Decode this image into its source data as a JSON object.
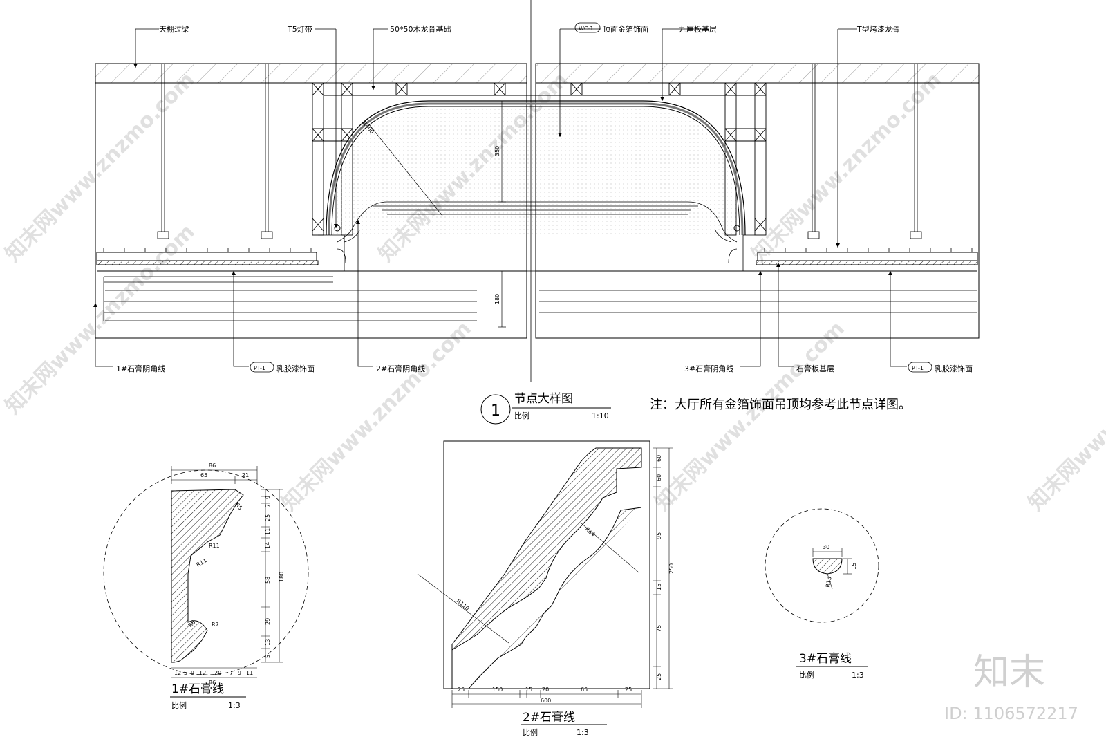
{
  "top_labels": {
    "ceiling_beam": "天棚过梁",
    "t5_light": "T5灯带",
    "wood_keel": "50*50木龙骨基础",
    "wc1_tag": "WC-1",
    "gold_foil": "顶面金箔饰面",
    "nine_ply": "九厘板基层",
    "t_keel": "T型烤漆龙骨"
  },
  "bottom_labels": {
    "plaster1": "1#石膏阴角线",
    "pt1_tag_left": "PT-1",
    "latex_left": "乳胶漆饰面",
    "plaster2": "2#石膏阴角线",
    "plaster3": "3#石膏阴角线",
    "gypsum_board": "石膏板基层",
    "pt1_tag_right": "PT-1",
    "latex_right": "乳胶漆饰面"
  },
  "section_dims": {
    "r400": "R400",
    "h350": "350",
    "h180": "180"
  },
  "detail_title": {
    "number": "1",
    "name": "节点大样图",
    "scale_word": "比例",
    "scale": "1:10"
  },
  "note": "注：大厅所有金箔饰面吊顶均参考此节点详图。",
  "profile1": {
    "title": "1#石膏线",
    "scale_word": "比例",
    "scale": "1:3",
    "top_dims": [
      "86",
      "65",
      "21"
    ],
    "right_dims": [
      "9",
      "7",
      "25",
      "11",
      "14",
      "58",
      "29",
      "13",
      "5"
    ],
    "total_height": "180",
    "bottom_dims": [
      "12",
      "5",
      "9",
      "12",
      "20",
      "7",
      "9",
      "11"
    ],
    "bottom_total": "86",
    "radii": [
      "R5",
      "R11",
      "R11",
      "R7",
      "R8"
    ]
  },
  "profile2": {
    "title": "2#石膏线",
    "scale_word": "比例",
    "scale": "1:3",
    "right_dims": [
      "60",
      "60",
      "95",
      "15",
      "75",
      "25"
    ],
    "total_height": "250",
    "bottom_dims": [
      "25",
      "150",
      "15",
      "20",
      "65",
      "25"
    ],
    "bottom_total": "600",
    "radii": [
      "R84",
      "R110"
    ]
  },
  "profile3": {
    "title": "3#石膏线",
    "scale_word": "比例",
    "scale": "1:3",
    "width": "30",
    "height": "15",
    "radius": "R15"
  },
  "branding": {
    "logo": "知末",
    "id_text": "ID: 1106572217"
  },
  "watermark": "知末网www.znzmo.com"
}
